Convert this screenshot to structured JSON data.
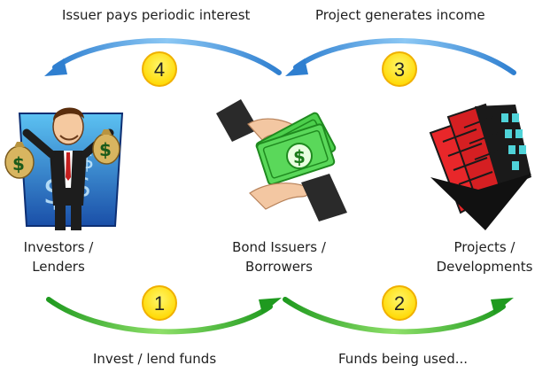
{
  "captions": {
    "top_left": "Issuer pays periodic interest",
    "top_right": "Project generates income",
    "bottom_left": "Invest / lend funds",
    "bottom_right": "Funds being used..."
  },
  "steps": [
    {
      "number": "1"
    },
    {
      "number": "2"
    },
    {
      "number": "3"
    },
    {
      "number": "4"
    }
  ],
  "nodes": {
    "investors": {
      "line1": "Investors /",
      "line2": "Lenders"
    },
    "issuers": {
      "line1": "Bond Issuers /",
      "line2": "Borrowers"
    },
    "projects": {
      "line1": "Projects /",
      "line2": "Developments"
    }
  },
  "icons": {
    "investors": "investor-with-money-bags-icon",
    "issuers": "handshake-money-icon",
    "projects": "office-buildings-icon"
  },
  "colors": {
    "top_arrow": "#4a9fe0",
    "bottom_arrow": "#3ab53a",
    "badge_fill": "#ffe800",
    "badge_stroke": "#f2b400",
    "money": "#2fb52f",
    "building_red": "#e8272a"
  }
}
